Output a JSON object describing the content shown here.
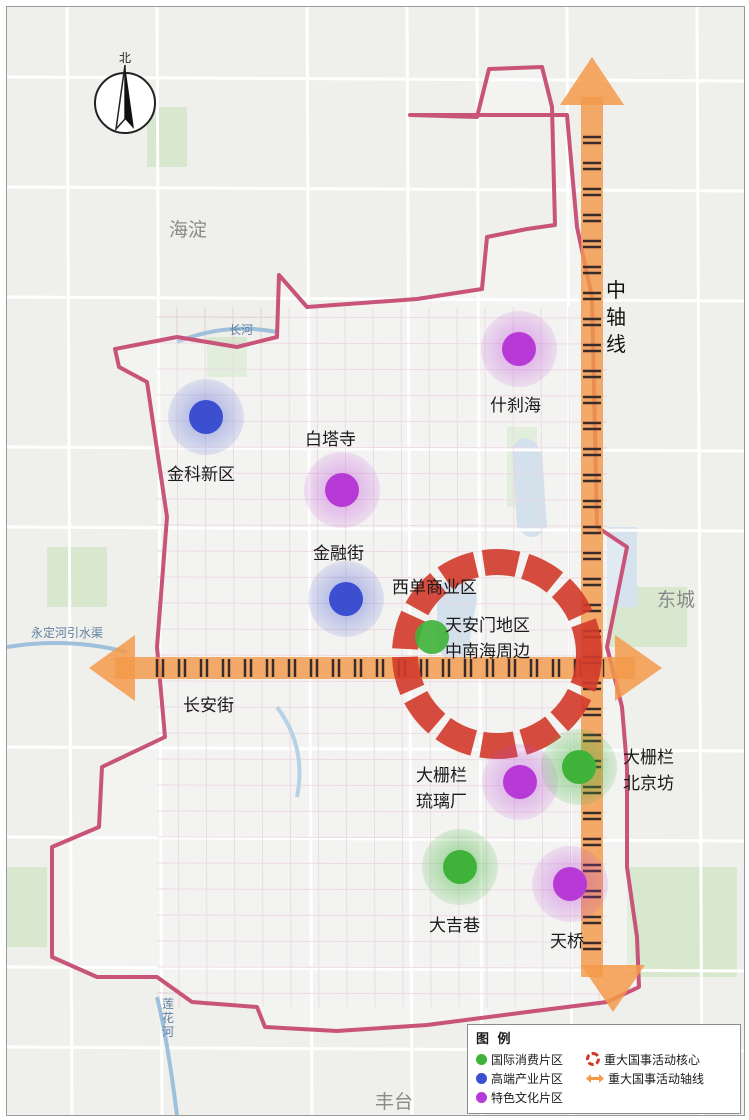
{
  "north_label": "北",
  "districts": [
    {
      "id": "haidian",
      "label": "海淀"
    },
    {
      "id": "dongcheng",
      "label": "东城"
    },
    {
      "id": "fengtai",
      "label": "丰台"
    }
  ],
  "rivers": [
    {
      "id": "yongding",
      "label": "永定河引水渠"
    },
    {
      "id": "changhe",
      "label": "长河"
    },
    {
      "id": "lianhua",
      "label": "莲花河"
    }
  ],
  "zones": [
    {
      "id": "shichahai",
      "label": "什刹海",
      "category": "culture"
    },
    {
      "id": "baitasi",
      "label": "白塔寺",
      "category": "culture"
    },
    {
      "id": "dashilan-liulichang",
      "label": "大栅栏琉璃厂",
      "category": "culture"
    },
    {
      "id": "tianqiao",
      "label": "天桥",
      "category": "culture"
    },
    {
      "id": "jinke",
      "label": "金科新区",
      "category": "hightech"
    },
    {
      "id": "jinrongjie",
      "label": "金融街",
      "category": "hightech"
    },
    {
      "id": "xidan",
      "label": "西单商业区",
      "category": "consumption"
    },
    {
      "id": "tiananmen",
      "label": "天安门地区中南海周边",
      "category": "consumption"
    },
    {
      "id": "dashilan-beijingfang",
      "label": "大栅栏北京坊",
      "category": "consumption"
    },
    {
      "id": "dajixiang",
      "label": "大吉巷",
      "category": "consumption"
    }
  ],
  "labels": {
    "shichahai": "什刹海",
    "baitasi": "白塔寺",
    "jinke": "金科新区",
    "jinrongjie": "金融街",
    "xidan": "西单商业区",
    "tiananmen_1": "天安门地区",
    "tiananmen_2": "中南海周边",
    "dashilan_lc_1": "大栅栏",
    "dashilan_lc_2": "琉璃厂",
    "dashilan_bj_1": "大栅栏",
    "dashilan_bj_2": "北京坊",
    "dajixiang": "大吉巷",
    "tianqiao": "天桥",
    "changanjie": "长安街",
    "zhongzhouxian": [
      "中",
      "轴",
      "线"
    ]
  },
  "axes": [
    {
      "id": "zhongzhouxian",
      "label": "中轴线",
      "orientation": "vertical"
    },
    {
      "id": "changanjie",
      "label": "长安街",
      "orientation": "horizontal"
    }
  ],
  "legend": {
    "title": "图 例",
    "items": {
      "consumption": "国际消费片区",
      "hightech": "高端产业片区",
      "culture": "特色文化片区",
      "core": "重大国事活动核心",
      "axis": "重大国事活动轴线"
    }
  },
  "colors": {
    "consumption": "#3fb23a",
    "hightech": "#3b4fd0",
    "culture": "#b73ad6",
    "core": "#d23a2a",
    "axis": "#f39a4a",
    "boundary": "#c8547a"
  }
}
